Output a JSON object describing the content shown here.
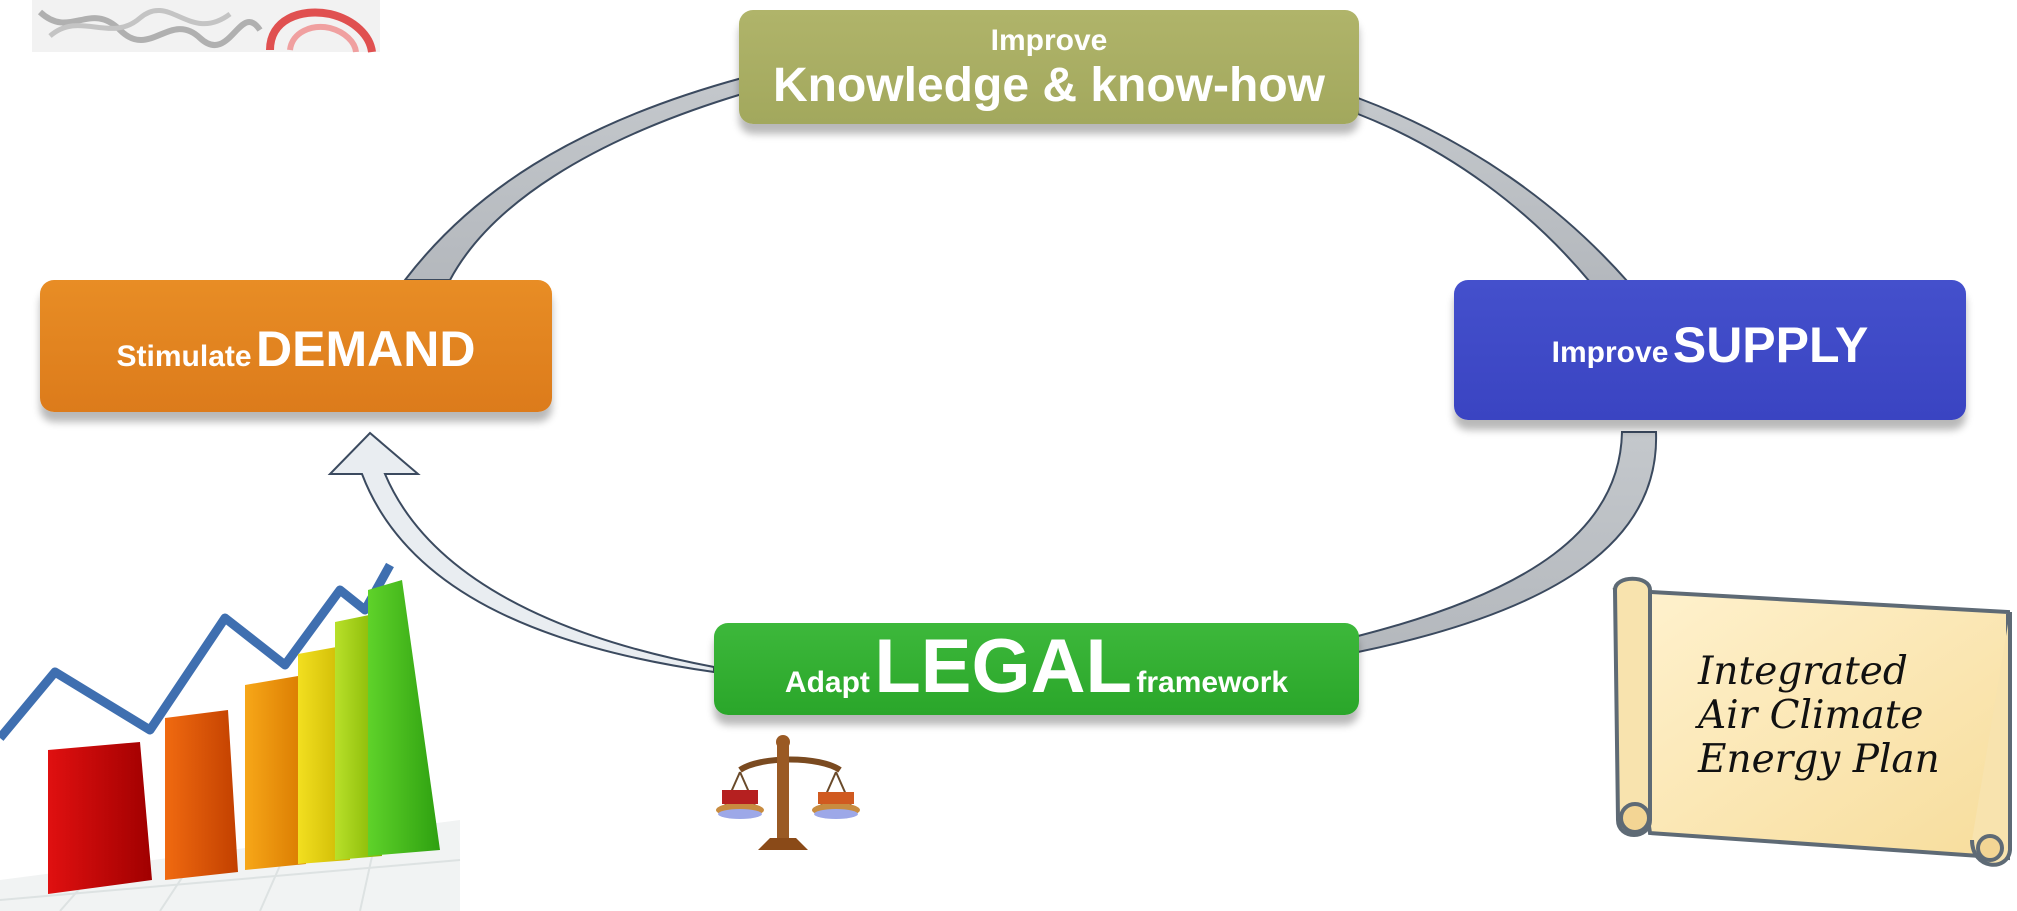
{
  "boxes": {
    "knowledge": {
      "prefix": "Improve",
      "main": "Knowledge & know-how",
      "color": "#a9ad63"
    },
    "demand": {
      "prefix": "Stimulate",
      "main": "DEMAND",
      "color": "#e4841f"
    },
    "supply": {
      "prefix": "Improve",
      "main": "SUPPLY",
      "color": "#3f4ac7"
    },
    "legal": {
      "prefix": "Adapt",
      "main": "LEGAL",
      "suffix": "framework",
      "color": "#31ae31"
    }
  },
  "scroll": {
    "lines": [
      "Integrated",
      "Air Climate",
      "Energy Plan"
    ],
    "color": "#fbe7b4"
  },
  "icons": {
    "top_left_image": "network-doodle-image",
    "bottom_left_image": "rising-bar-chart-image",
    "scales_image": "scales-of-justice-icon",
    "scroll_image": "parchment-scroll-icon"
  }
}
